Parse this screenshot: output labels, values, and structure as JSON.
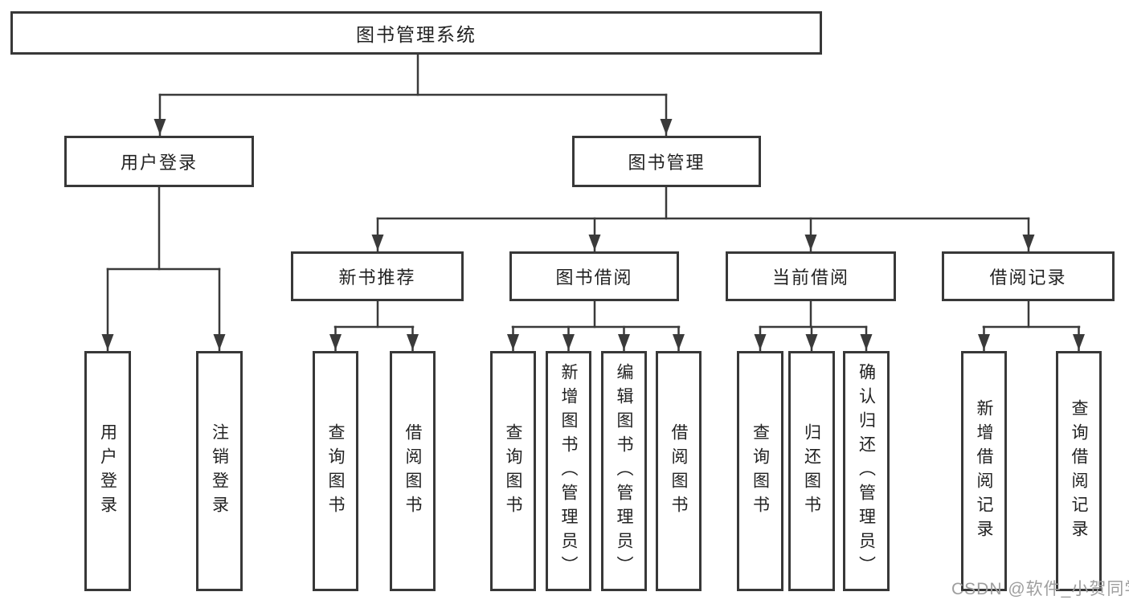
{
  "diagram": {
    "root": {
      "label": "图书管理系统"
    },
    "level2": {
      "user_login": {
        "label": "用户登录"
      },
      "book_mgmt": {
        "label": "图书管理"
      }
    },
    "level3": {
      "new_books": {
        "label": "新书推荐"
      },
      "book_borrow": {
        "label": "图书借阅"
      },
      "current_borrow": {
        "label": "当前借阅"
      },
      "borrow_records": {
        "label": "借阅记录"
      }
    },
    "leaves": {
      "user_login": [
        "用户登录",
        "注销登录"
      ],
      "new_books": [
        "查询图书",
        "借阅图书"
      ],
      "book_borrow": [
        "查询图书",
        "新增图书（管理员）",
        "编辑图书（管理员）",
        "借阅图书"
      ],
      "current_borrow": [
        "查询图书",
        "归还图书",
        "确认归还（管理员）"
      ],
      "borrow_records": [
        "新增借阅记录",
        "查询借阅记录"
      ]
    }
  },
  "colors": {
    "line": "#3a3a3a",
    "box_border": "#383838",
    "text": "#222222",
    "watermark_text": "#9e9e9e",
    "background": "#ffffff"
  },
  "watermark": {
    "text": "CSDN @软件_小贺同学"
  }
}
